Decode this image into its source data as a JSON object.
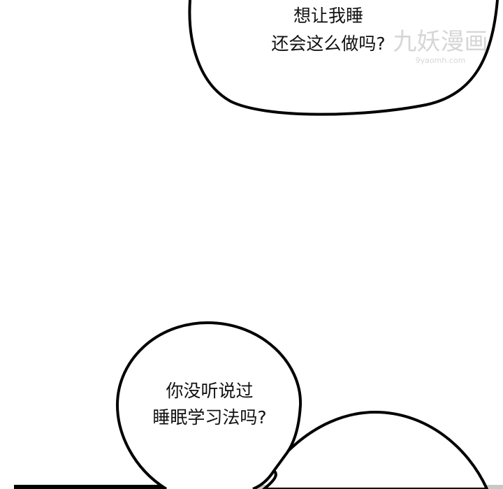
{
  "panel": {
    "bubble_top": {
      "lines": [
        "想让我睡",
        "还会这么做吗?"
      ]
    },
    "bubble_bottom": {
      "lines": [
        "你没听说过",
        "睡眠学习法吗?"
      ]
    },
    "watermark": {
      "logo": "九妖漫画",
      "site": "9yaomh.com"
    }
  }
}
